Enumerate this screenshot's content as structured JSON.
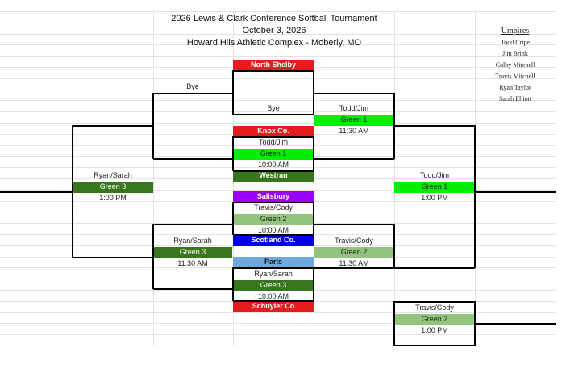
{
  "title": "2026 Lewis & Clark Conference Softball Tournament",
  "date": "October 3, 2026",
  "venue": "Howard Hils Athletic Complex - Moberly, MO",
  "colors": {
    "red": "#e51c1c",
    "bright_green": "#00ee00",
    "dark_green": "#38761d",
    "light_green": "#93c47d",
    "purple": "#9900ff",
    "blue": "#0000ee",
    "light_blue": "#6fa8dc"
  },
  "umpires": {
    "header": "Umpires",
    "names": [
      "Todd Cripe",
      "Jim Brink",
      "Colby Mitchell",
      "Travis Mitchell",
      "Ryan Taylor",
      "Sarah Elliott"
    ]
  },
  "teams": {
    "north_shelby": "North Shelby",
    "knox_co": "Knox Co.",
    "westran": "Westran",
    "salisbury": "Salisbury",
    "scotland_co": "Scotland Co.",
    "paris": "Paris",
    "schuyler_co": "Schuyler Co"
  },
  "labels": {
    "bye_top": "Bye",
    "bye_mid": "Bye"
  },
  "games": {
    "g1": {
      "umps": "Todd/Jim",
      "field": "Green 1",
      "time": "10:00 AM"
    },
    "g2": {
      "umps": "Travis/Cody",
      "field": "Green 2",
      "time": "10:00 AM"
    },
    "g3": {
      "umps": "Ryan/Sarah",
      "field": "Green 3",
      "time": "10:00 AM"
    },
    "g4": {
      "umps": "Todd/Jim",
      "field": "Green 1",
      "time": "11:30 AM"
    },
    "g5": {
      "umps": "Ryan/Sarah",
      "field": "Green 3",
      "time": "11:30 AM"
    },
    "g6": {
      "umps": "Travis/Cody",
      "field": "Green 2",
      "time": "11:30 AM"
    },
    "g7": {
      "umps": "Ryan/Sarah",
      "field": "Green 3",
      "time": "1:00 PM"
    },
    "g8": {
      "umps": "Todd/Jim",
      "field": "Green 1",
      "time": "1:00 PM"
    },
    "g9": {
      "umps": "Travis/Cody",
      "field": "Green 2",
      "time": "1:00 PM"
    }
  }
}
